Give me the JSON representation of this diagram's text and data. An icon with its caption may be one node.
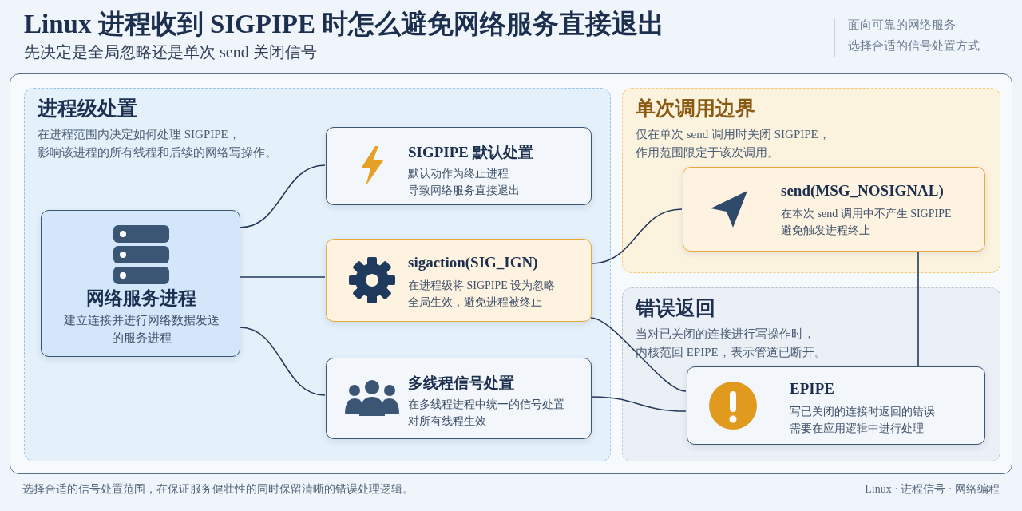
{
  "diagram": {
    "title": "Linux 进程收到 SIGPIPE 时怎么避免网络服务直接退出",
    "caption": "选择合适的信号处置范围，在保证服务健壮性的同时保留清晰的错误处理逻辑。",
    "nodes": [
      {
        "text": [
          "进程级处置",
          "在进程范围内决定如何处理 SIGPIPE，影响该进程的所有线程和后续的网络写操作。"
        ]
      },
      {
        "text": [
          "网络服务进程",
          "建立连接并进行网络数据发送的服务进程"
        ],
        "in": 0
      },
      {
        "text": [
          "SIGPIPE 默认处置",
          "默认动作为终止进程导致网络服务直接退出"
        ],
        "in": 0
      },
      {
        "text": [
          "sigaction(SIG_IGN)",
          "在进程级将 SIGPIPE 设为忽略全局生效，避免进程被终止"
        ],
        "in": 0
      },
      {
        "text": [
          "多线程信号处置",
          "在多线程进程中统一的信号处置对所有线程生效"
        ],
        "in": 0
      },
      {
        "text": [
          "单次调用边界",
          "仅在单次 send 调用时关闭 SIGPIPE，作用范围限定于该次调用。"
        ]
      },
      {
        "text": [
          "send(MSG_NOSIGNAL)",
          "在本次 send 调用中不产生 SIGPIPE避免触发进程终止"
        ],
        "in": 5
      },
      {
        "text": [
          "错误返回",
          "当对已关闭的连接进行写操作时，内核范回 EPIPE，表示管道已断开。"
        ]
      },
      {
        "text": [
          "EPIPE",
          "写已关闭的连接时返回的错误需要在应用逻辑中进行处理"
        ],
        "in": 7
      }
    ],
    "edges": [
      {
        "from": 1,
        "to": 2,
        "arrow": "none"
      },
      {
        "from": 1,
        "to": 3,
        "arrow": "none"
      },
      {
        "from": 1,
        "to": 4,
        "arrow": "none"
      },
      {
        "from": 3,
        "to": 6,
        "arrow": "none"
      },
      {
        "from": 3,
        "to": 8,
        "arrow": "none"
      },
      {
        "from": 4,
        "to": 8,
        "arrow": "none"
      },
      {
        "from": 6,
        "to": 8,
        "arrow": "none"
      }
    ],
    "labels": [
      "先决定是全局忽略还是单次 send 关闭信号",
      "面向可靠的网络服务",
      "选择合适的信号处置方式",
      "Linux · 进程信号 · 网络编程"
    ]
  }
}
